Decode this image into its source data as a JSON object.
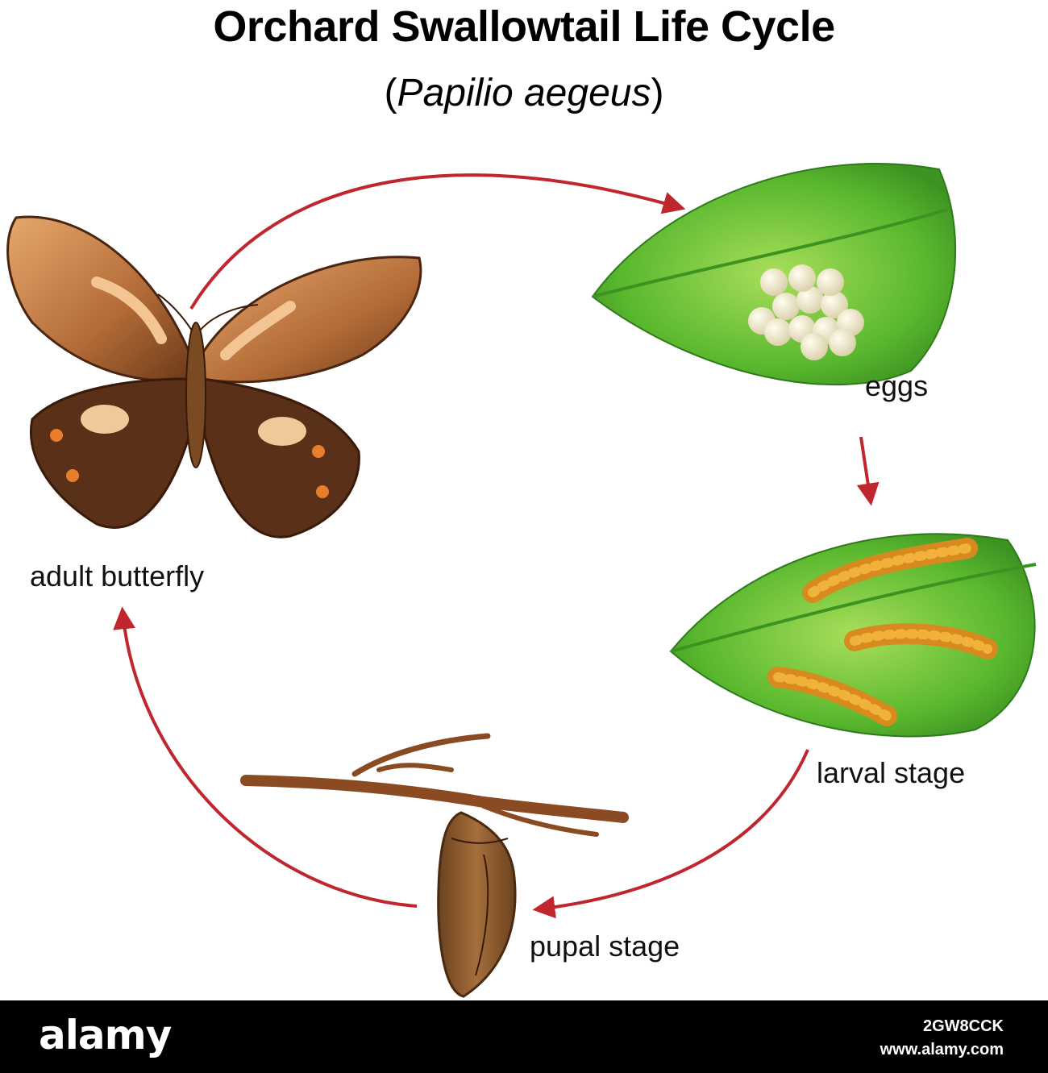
{
  "title": "Orchard Swallowtail Life Cycle",
  "subtitle": {
    "open": "(",
    "species": "Papilio aegeus",
    "close": ")"
  },
  "stages": {
    "adult": "adult butterfly",
    "eggs": "eggs",
    "larval": "larval stage",
    "pupal": "pupal stage"
  },
  "colors": {
    "arrow": "#c0262e",
    "leaf": "#5ec02e",
    "butterfly": "#6b3a1a",
    "footer": "#000000"
  },
  "footer": {
    "logo": "alamy",
    "image_id": "2GW8CCK",
    "url": "www.alamy.com"
  }
}
